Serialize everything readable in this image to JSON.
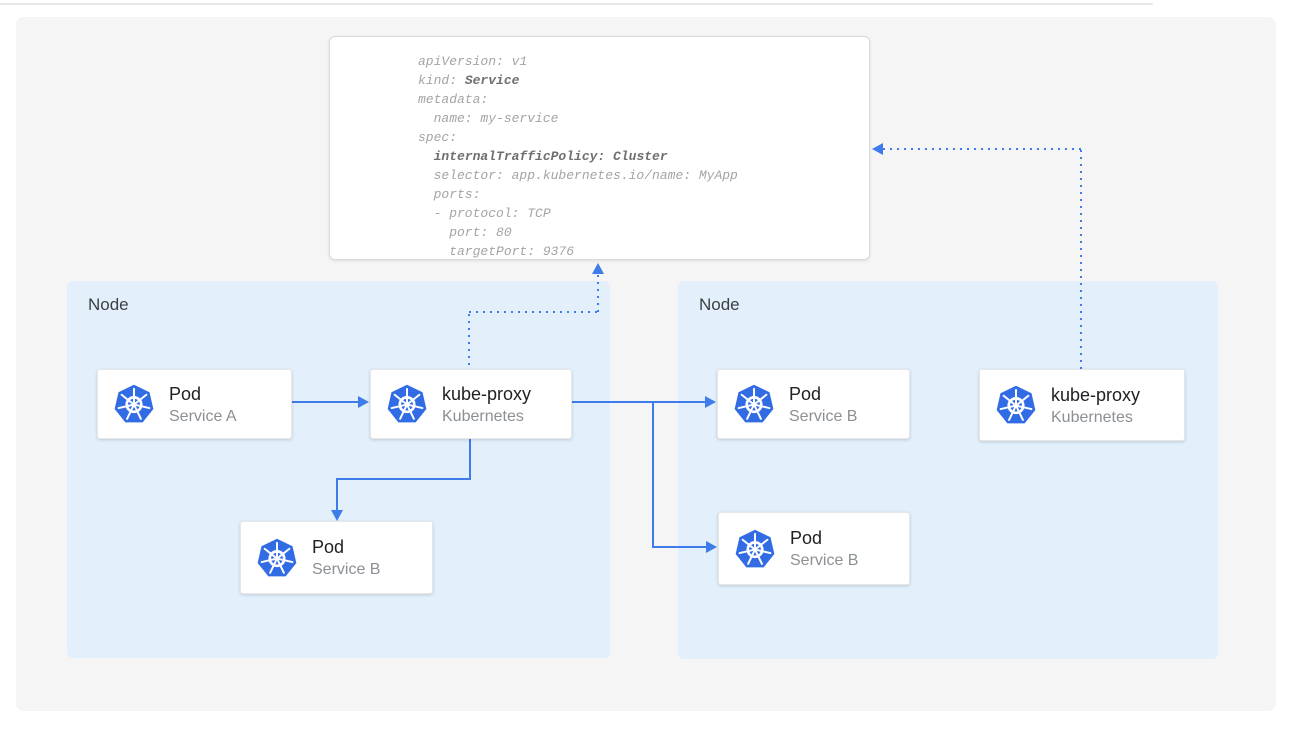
{
  "colors": {
    "accent_blue": "#3d7cea",
    "k8s_blue": "#326ce5",
    "node_bg": "#e3f0fc",
    "canvas_bg": "#f5f5f6",
    "divider": "#e5e7e9",
    "code_fg": "#a4a4a6",
    "code_bold_fg": "#6f6f71"
  },
  "yaml": {
    "lines": [
      [
        {
          "t": "apiVersion: v1",
          "b": false
        }
      ],
      [
        {
          "t": "kind: ",
          "b": false
        },
        {
          "t": "Service",
          "b": true
        }
      ],
      [
        {
          "t": "metadata:",
          "b": false
        }
      ],
      [
        {
          "t": "  name: my-service",
          "b": false
        }
      ],
      [
        {
          "t": "spec:",
          "b": false
        }
      ],
      [
        {
          "t": "  ",
          "b": false
        },
        {
          "t": "internalTrafficPolicy: Cluster",
          "b": true
        }
      ],
      [
        {
          "t": "  selector: app.kubernetes.io/name: MyApp",
          "b": false
        }
      ],
      [
        {
          "t": "  ports:",
          "b": false
        }
      ],
      [
        {
          "t": "  - protocol: TCP",
          "b": false
        }
      ],
      [
        {
          "t": "    port: 80",
          "b": false
        }
      ],
      [
        {
          "t": "    targetPort: 9376",
          "b": false
        }
      ]
    ]
  },
  "nodes": [
    {
      "label": "Node"
    },
    {
      "label": "Node"
    }
  ],
  "cards": [
    {
      "icon": "kubernetes-icon",
      "title": "Pod",
      "subtitle": "Service A"
    },
    {
      "icon": "kubernetes-icon",
      "title": "kube-proxy",
      "subtitle": "Kubernetes"
    },
    {
      "icon": "kubernetes-icon",
      "title": "Pod",
      "subtitle": "Service B"
    },
    {
      "icon": "kubernetes-icon",
      "title": "Pod",
      "subtitle": "Service B"
    },
    {
      "icon": "kubernetes-icon",
      "title": "Pod",
      "subtitle": "Service B"
    },
    {
      "icon": "kubernetes-icon",
      "title": "kube-proxy",
      "subtitle": "Kubernetes"
    }
  ]
}
